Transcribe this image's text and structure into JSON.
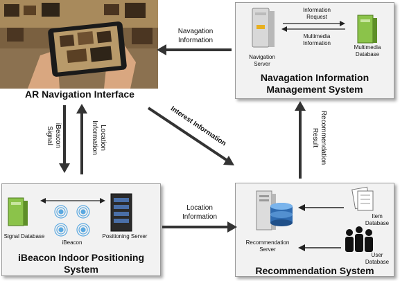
{
  "ar_interface": {
    "title": "AR Navigation Interface"
  },
  "nav_mgmt": {
    "title_line1": "Navagation Information",
    "title_line2": "Management System",
    "nav_server": "Navigation Server",
    "multimedia_db_line1": "Multimedia",
    "multimedia_db_line2": "Database",
    "info_request_line1": "Information",
    "info_request_line2": "Request",
    "multimedia_info_line1": "Multimedia",
    "multimedia_info_line2": "Information"
  },
  "ibeacon_system": {
    "title_line1": "iBeacon Indoor Positioning",
    "title_line2": "System",
    "signal_db": "Signal Database",
    "ibeacon": "iBeacon",
    "positioning_server": "Positioning Server"
  },
  "rec_system": {
    "title": "Recommendation System",
    "rec_server_line1": "Recommendation",
    "rec_server_line2": "Server",
    "item_db_line1": "Item",
    "item_db_line2": "Database",
    "user_db_line1": "User",
    "user_db_line2": "Database"
  },
  "arrows": {
    "navagation_info_line1": "Navagation",
    "navagation_info_line2": "Information",
    "ibeacon_signal_line1": "iBeacon",
    "ibeacon_signal_line2": "Signal",
    "location_info_vert_line1": "Location",
    "location_info_vert_line2": "Information",
    "interest_info": "Interest Information",
    "recommendation_result_line1": "Recommendation",
    "recommendation_result_line2": "Result",
    "location_info_line1": "Location",
    "location_info_line2": "Information"
  }
}
